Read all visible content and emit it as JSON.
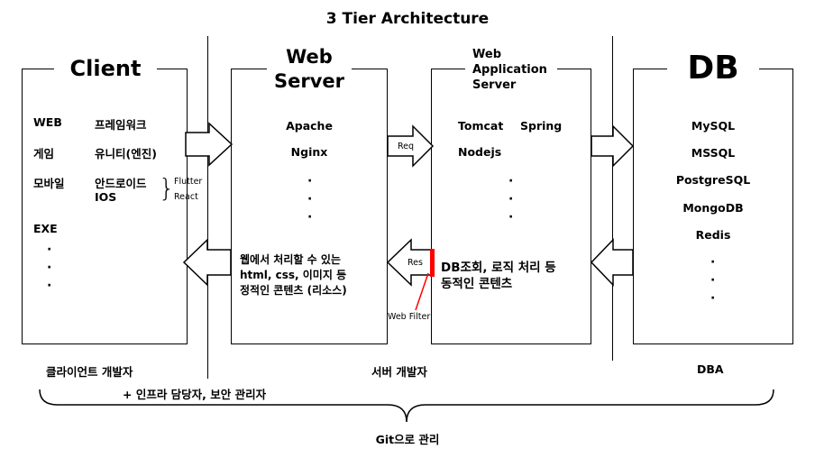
{
  "title": "3 Tier Architecture",
  "client": {
    "header": "Client",
    "rows": [
      {
        "label": "WEB",
        "value": "프레임워크"
      },
      {
        "label": "게임",
        "value": "유니티(엔진)"
      },
      {
        "label": "모바일",
        "value": "안드로이드"
      }
    ],
    "ios": "IOS",
    "frameworks": [
      "Flutter",
      "React"
    ],
    "exe": "EXE",
    "bottom_label": "클라이언트 개발자"
  },
  "web_server": {
    "header_line1": "Web",
    "header_line2": "Server",
    "items": [
      "Apache",
      "Nginx"
    ],
    "content": [
      "웹에서 처리할 수 있는",
      "html, css, 이미지 등",
      "정적인 콘텐츠 (리소스)"
    ]
  },
  "was": {
    "header_line1": "Web",
    "header_line2": "Application",
    "header_line3": "Server",
    "items": [
      "Tomcat",
      "Spring",
      "Nodejs"
    ],
    "content": [
      "DB조회, 로직 처리 등",
      "동적인 콘텐츠"
    ],
    "web_filter": "Web Filter"
  },
  "db": {
    "header": "DB",
    "items": [
      "MySQL",
      "MSSQL",
      "PostgreSQL",
      "MongoDB",
      "Redis"
    ],
    "bottom_label": "DBA"
  },
  "arrows": {
    "req": "Req",
    "res": "Res"
  },
  "bottom": {
    "server_dev": "서버 개발자",
    "infra": "+ 인프라 담당자, 보안 관리자",
    "git": "Git으로 관리"
  },
  "colors": {
    "web_filter_marker": "#ff0000",
    "line": "#000000"
  }
}
